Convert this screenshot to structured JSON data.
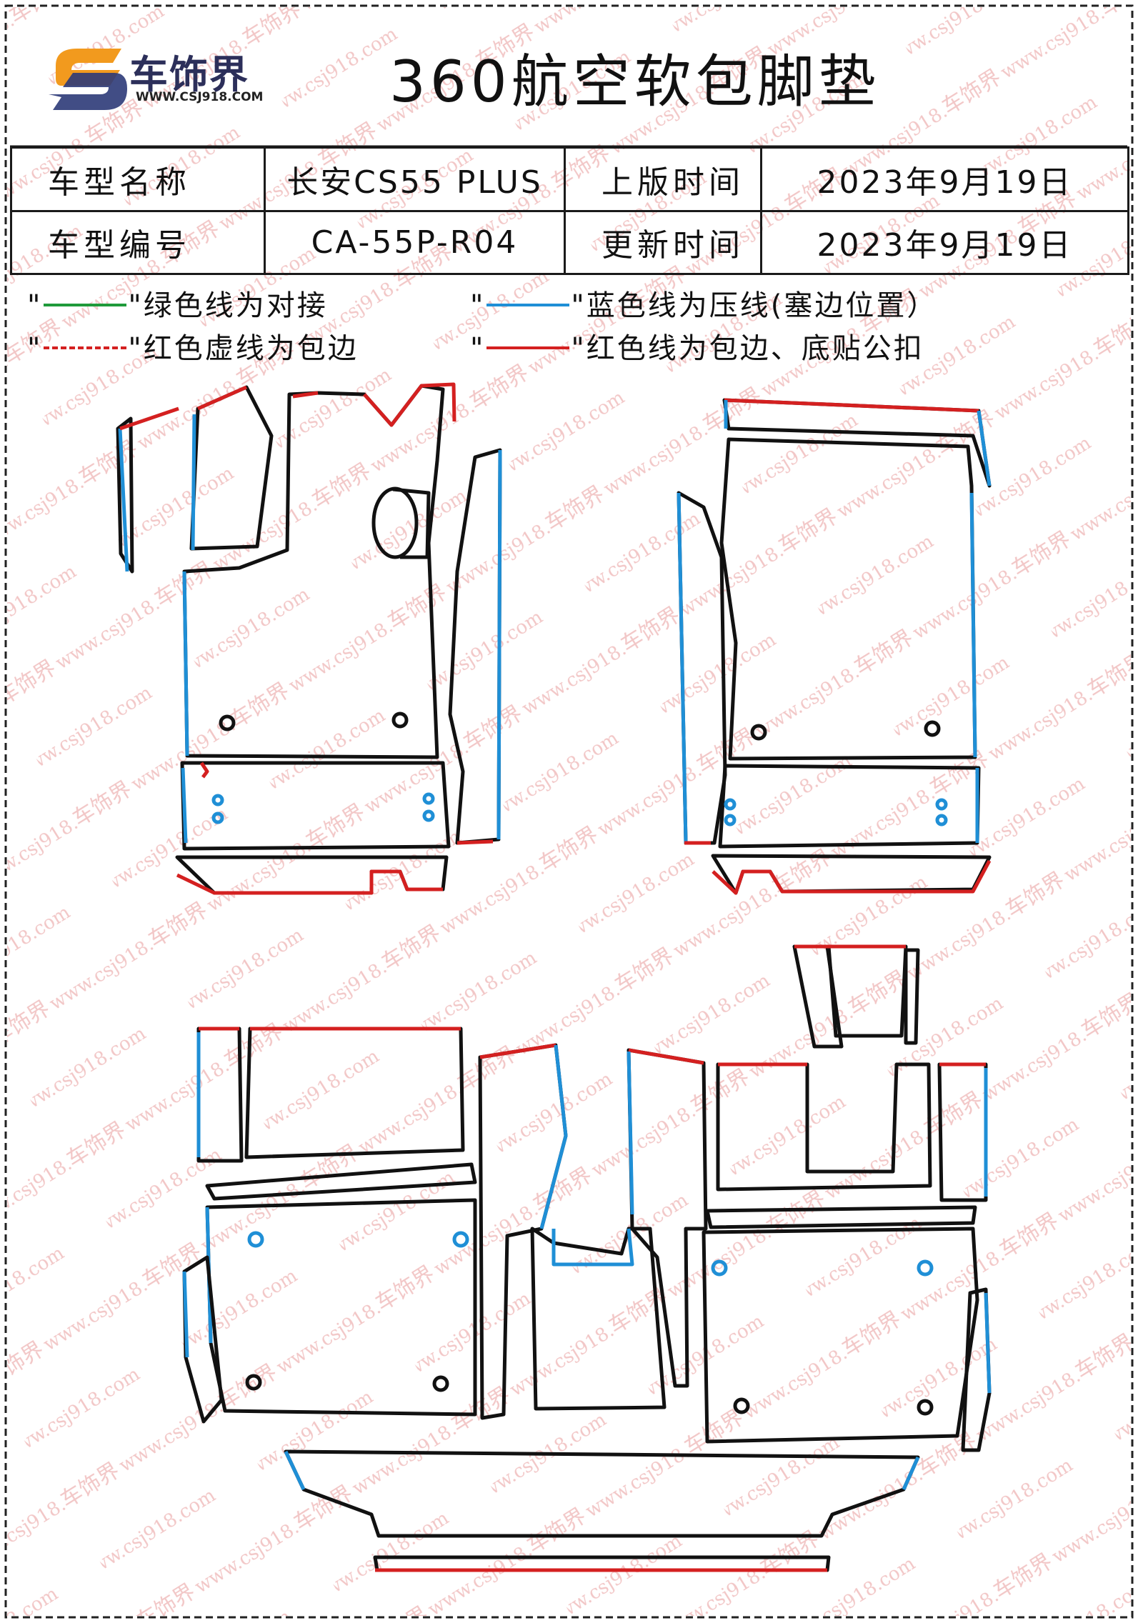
{
  "header": {
    "logo_name": "车饰界",
    "logo_url": "WWW.CSJ918.COM",
    "title": "360航空软包脚垫"
  },
  "info": {
    "model_name_label": "车型名称",
    "model_name": "长安CS55 PLUS",
    "publish_time_label": "上版时间",
    "publish_time": "2023年9月19日",
    "model_code_label": "车型编号",
    "model_code": "CA-55P-R04",
    "update_time_label": "更新时间",
    "update_time": "2023年9月19日"
  },
  "legend": {
    "green": "\"绿色线为对接",
    "blue": "\"蓝色线为压线(塞边位置）",
    "red_dashed": "\"红色虚线为包边",
    "red_solid": "\"红色线为包边、底贴公扣",
    "quote": "\""
  },
  "watermark": {
    "text": "车饰界 www.csj918.com"
  },
  "colors": {
    "outline": "#111111",
    "blue_line": "#1f8fd6",
    "red_line": "#d42020",
    "green_line": "#1f9a3a",
    "watermark": "#e8a0a0"
  }
}
